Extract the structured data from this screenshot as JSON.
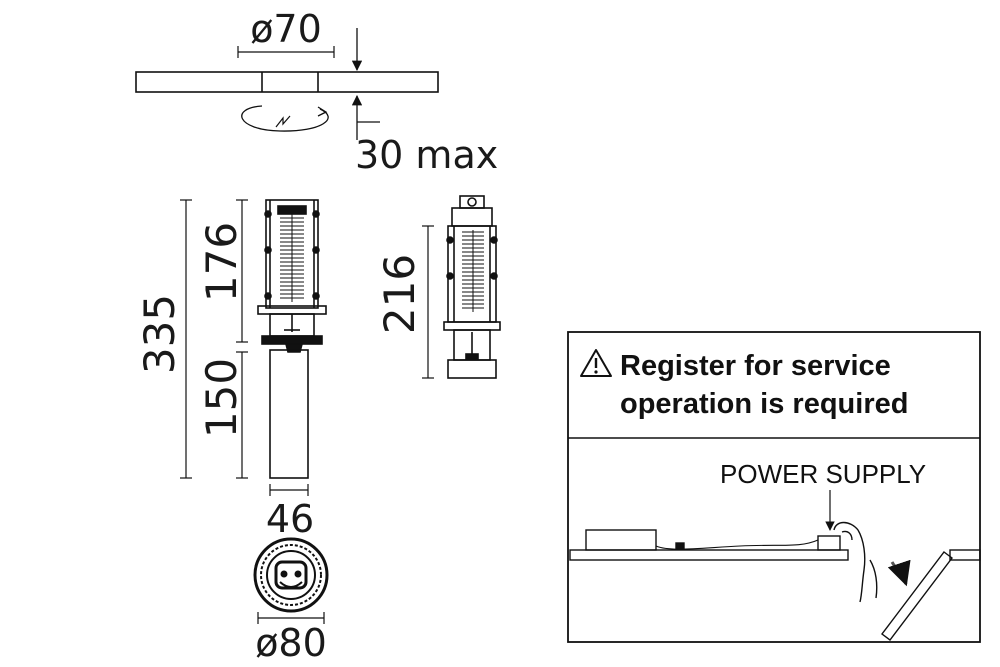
{
  "dims": {
    "cutout_diameter": "ø70",
    "ceiling_thickness": "30 max",
    "total_height": "335",
    "body_height": "176",
    "tube_height": "150",
    "side_height": "216",
    "tube_width": "46",
    "outer_diameter": "ø80"
  },
  "notice": {
    "line1": "Register for service",
    "line2": "operation is required",
    "warning_icon": "warning-triangle-icon"
  },
  "install": {
    "power_supply_label": "POWER SUPPLY"
  }
}
